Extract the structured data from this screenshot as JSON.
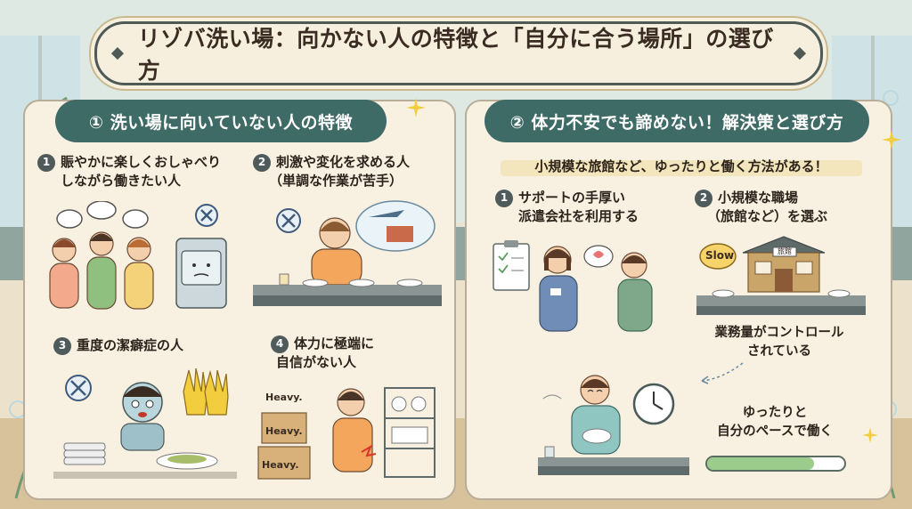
{
  "title": "リゾバ洗い場：向かない人の特徴と「自分に合う場所」の選び方",
  "left_section": {
    "heading": "① 洗い場に向いていない人の特徴",
    "items": [
      {
        "num": "1",
        "title": "賑やかに楽しくおしゃべり",
        "title2": "しながら働きたい人"
      },
      {
        "num": "2",
        "title": "刺激や変化を求める人",
        "title2": "（単調な作業が苦手）"
      },
      {
        "num": "3",
        "title": "重度の潔癖症の人",
        "title2": ""
      },
      {
        "num": "4",
        "title": "体力に極端に",
        "title2": "自信がない人"
      }
    ],
    "box_labels": [
      "Heavy.",
      "Heavy.",
      "Heavy."
    ]
  },
  "right_section": {
    "heading": "② 体力不安でも諦めない！解決策と選び方",
    "lead": "小規模な旅館など、ゆったりと働く方法がある！",
    "items": [
      {
        "num": "1",
        "title": "サポートの手厚い",
        "title2": "派遣会社を利用する"
      },
      {
        "num": "2",
        "title": "小規模な職場",
        "title2": "（旅館など）を選ぶ"
      }
    ],
    "note1": "業務量がコントロール",
    "note1b": "されている",
    "note2": "ゆったりと",
    "note2b": "自分のペースで働く",
    "slow_label": "Slow",
    "ryokan_sign": "旅館",
    "progress": 0.78
  },
  "colors": {
    "accent": "#3f6b66",
    "panel": "#f8f1e2",
    "title_bg": "#f7efdd"
  }
}
